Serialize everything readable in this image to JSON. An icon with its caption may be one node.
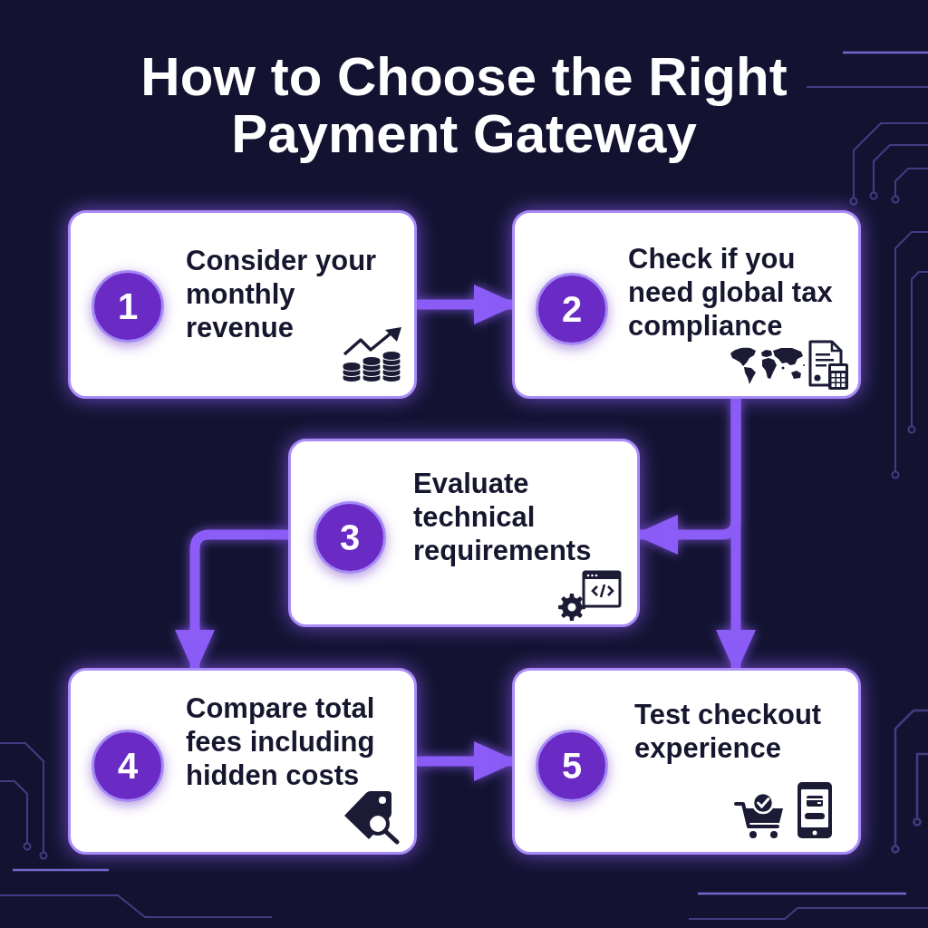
{
  "diagram": {
    "title": "How to Choose the Right Payment Gateway",
    "nodes": [
      {
        "text": [
          "1",
          "Consider your monthly revenue"
        ]
      },
      {
        "text": [
          "2",
          "Check if you need global tax compliance"
        ]
      },
      {
        "text": [
          "3",
          "Evaluate technical requirements"
        ]
      },
      {
        "text": [
          "4",
          "Compare total fees including hidden costs"
        ]
      },
      {
        "text": [
          "5",
          "Test checkout experience"
        ]
      }
    ],
    "edges": [
      {
        "from": 0,
        "to": 1,
        "arrow": "to"
      },
      {
        "from": 1,
        "to": 2,
        "arrow": "to"
      },
      {
        "from": 1,
        "to": 4,
        "arrow": "to"
      },
      {
        "from": 2,
        "to": 3,
        "arrow": "to"
      },
      {
        "from": 3,
        "to": 4,
        "arrow": "to"
      }
    ]
  }
}
